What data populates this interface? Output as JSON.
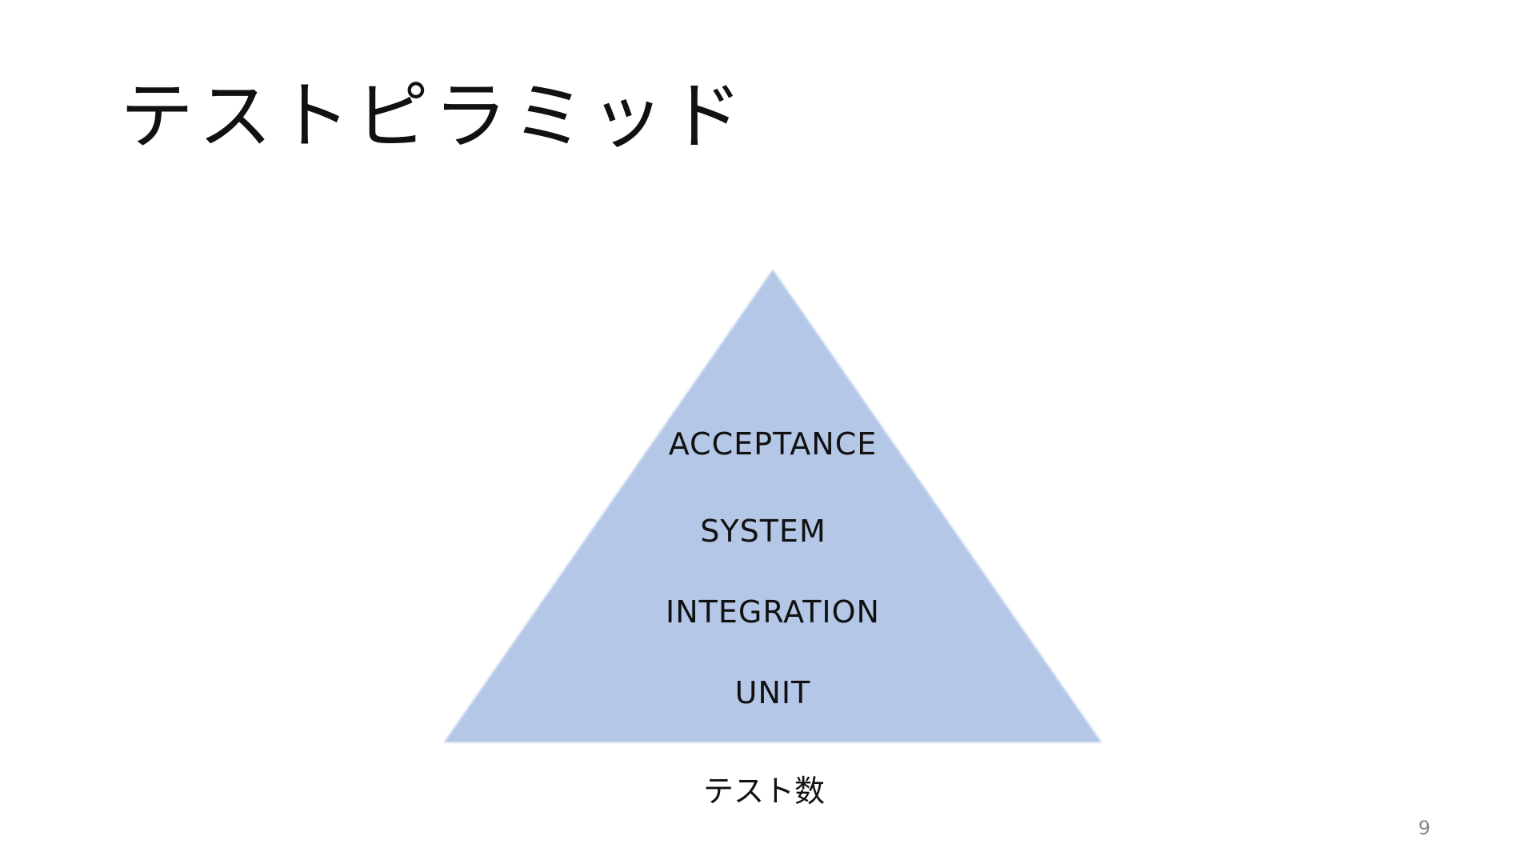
{
  "slide": {
    "title": "テストピラミッド",
    "page_number": "9"
  },
  "pyramid": {
    "fill_color": "#b4c7e7",
    "layers": [
      {
        "label": "ACCEPTANCE"
      },
      {
        "label": "SYSTEM"
      },
      {
        "label": "INTEGRATION"
      },
      {
        "label": "UNIT"
      }
    ],
    "base_label": "テスト数"
  }
}
